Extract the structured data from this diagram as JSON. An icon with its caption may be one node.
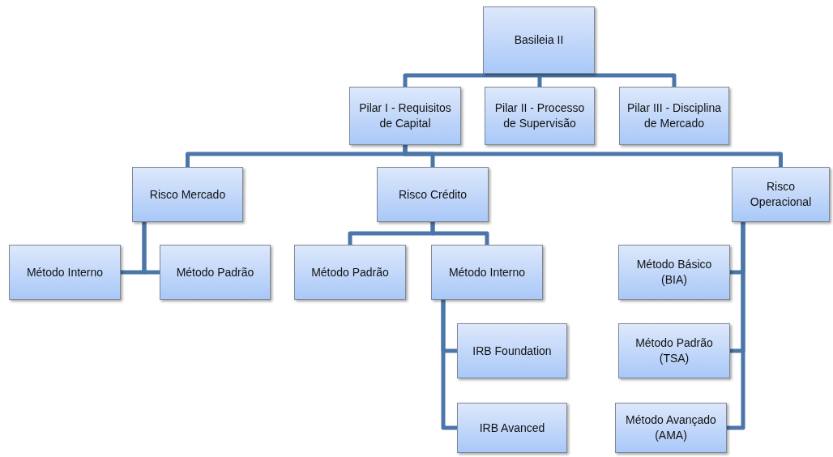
{
  "diagram": {
    "nodes": [
      {
        "text": [
          "Basileia II"
        ]
      },
      {
        "text": [
          "Pilar I - Requisitos de Capital"
        ]
      },
      {
        "text": [
          "Pilar II - Processo de Supervisão"
        ]
      },
      {
        "text": [
          "Pilar III - Disciplina de Mercado"
        ]
      },
      {
        "text": [
          "Risco Mercado"
        ]
      },
      {
        "text": [
          "Risco Crédito"
        ]
      },
      {
        "text": [
          "Risco Operacional"
        ]
      },
      {
        "text": [
          "Método Interno"
        ]
      },
      {
        "text": [
          "Método Padrão"
        ]
      },
      {
        "text": [
          "Método Padrão"
        ]
      },
      {
        "text": [
          "Método Interno"
        ]
      },
      {
        "text": [
          "IRB Foundation"
        ]
      },
      {
        "text": [
          "IRB Avanced"
        ]
      },
      {
        "text": [
          "Método Básico (BIA)"
        ]
      },
      {
        "text": [
          "Método Padrão (TSA)"
        ]
      },
      {
        "text": [
          "Método Avançado (AMA)"
        ]
      }
    ],
    "edges": [
      {
        "from": 0,
        "to": 1,
        "arrow": "none"
      },
      {
        "from": 0,
        "to": 2,
        "arrow": "none"
      },
      {
        "from": 0,
        "to": 3,
        "arrow": "none"
      },
      {
        "from": 1,
        "to": 4,
        "arrow": "none"
      },
      {
        "from": 1,
        "to": 5,
        "arrow": "none"
      },
      {
        "from": 1,
        "to": 6,
        "arrow": "none"
      },
      {
        "from": 4,
        "to": 7,
        "arrow": "none"
      },
      {
        "from": 4,
        "to": 8,
        "arrow": "none"
      },
      {
        "from": 5,
        "to": 9,
        "arrow": "none"
      },
      {
        "from": 5,
        "to": 10,
        "arrow": "none"
      },
      {
        "from": 10,
        "to": 11,
        "arrow": "none"
      },
      {
        "from": 10,
        "to": 12,
        "arrow": "none"
      },
      {
        "from": 6,
        "to": 13,
        "arrow": "none"
      },
      {
        "from": 6,
        "to": 14,
        "arrow": "none"
      },
      {
        "from": 6,
        "to": 15,
        "arrow": "none"
      }
    ]
  }
}
